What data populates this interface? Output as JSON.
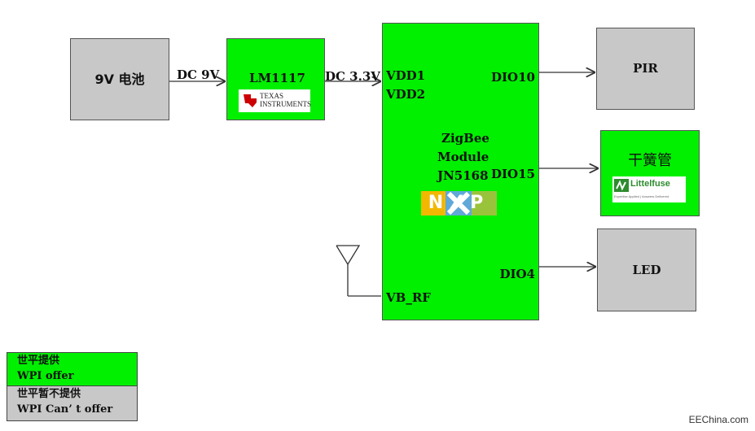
{
  "blocks": {
    "battery": {
      "label": "9V 电池"
    },
    "regulator": {
      "label": "LM1117",
      "logo_text_1": "Texas",
      "logo_text_2": "Instruments"
    },
    "mcu": {
      "line1": "ZigBee",
      "line2": "Module",
      "line3": "JN5168",
      "pins": {
        "vdd1": "VDD1",
        "vdd2": "VDD2",
        "dio10": "DIO10",
        "dio15": "DIO15",
        "dio4": "DIO4",
        "vbrf": "VB_RF"
      },
      "logo_text": "NXP"
    },
    "pir": {
      "label": "PIR"
    },
    "reed": {
      "label": "干簧管",
      "logo_text": "Littelfuse",
      "logo_tagline": "Expertise Applied | Answers Delivered"
    },
    "led": {
      "label": "LED"
    }
  },
  "wires": {
    "dc9v": "DC 9V",
    "dc33v": "DC 3.3V"
  },
  "legend": {
    "provided_cn": "世平提供",
    "provided_en": "WPI offer",
    "not_provided_cn": "世平暂不提供",
    "not_provided_en": "WPI Can’ t offer"
  },
  "credit": "EEChina.com",
  "colors": {
    "provided": "#00f000",
    "not_provided": "#c8c8c8",
    "ti_red": "#cc0000",
    "lf_green": "#2e8b2e",
    "nxp_yellow": "#f2b800",
    "nxp_blue": "#5fa8d8",
    "nxp_green": "#9ac33c"
  }
}
